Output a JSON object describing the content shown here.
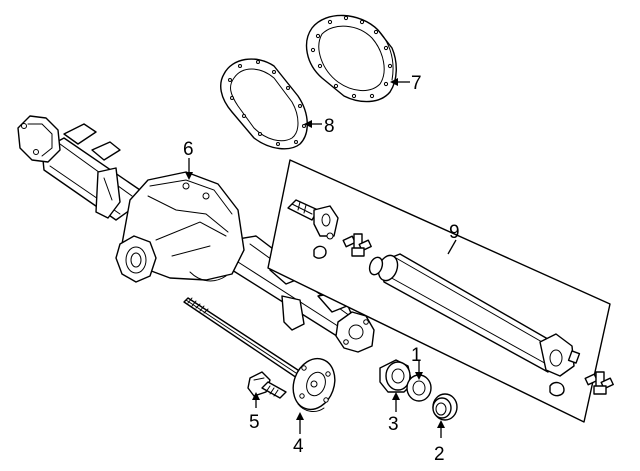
{
  "diagram": {
    "callouts": [
      {
        "id": "1",
        "label": "1",
        "part": "spacer-ring"
      },
      {
        "id": "2",
        "label": "2",
        "part": "pinion-seal"
      },
      {
        "id": "3",
        "label": "3",
        "part": "pinion-yoke-flange"
      },
      {
        "id": "4",
        "label": "4",
        "part": "axle-shaft"
      },
      {
        "id": "5",
        "label": "5",
        "part": "hub-bolt"
      },
      {
        "id": "6",
        "label": "6",
        "part": "axle-housing"
      },
      {
        "id": "7",
        "label": "7",
        "part": "differential-cover"
      },
      {
        "id": "8",
        "label": "8",
        "part": "cover-gasket"
      },
      {
        "id": "9",
        "label": "9",
        "part": "drive-shaft-assembly"
      }
    ]
  }
}
